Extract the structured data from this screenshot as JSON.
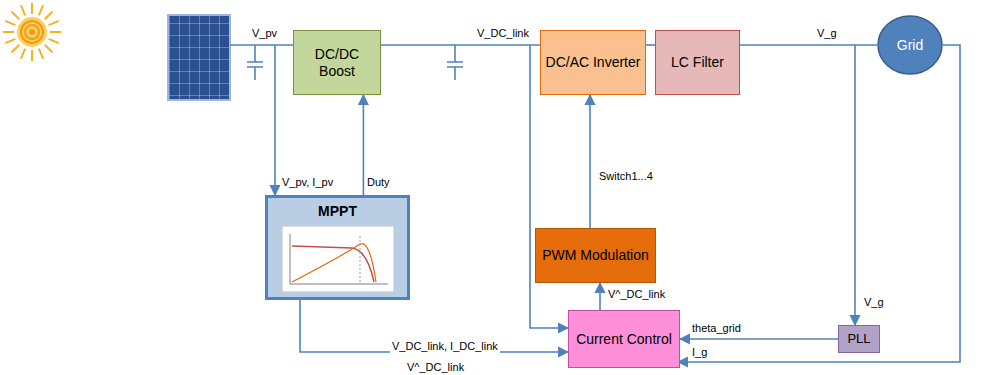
{
  "diagram": {
    "nodes": [
      {
        "text": [
          "DC/DC Boost"
        ]
      },
      {
        "text": [
          "DC/AC Inverter"
        ]
      },
      {
        "text": [
          "LC Filter"
        ]
      },
      {
        "text": [
          "Grid"
        ]
      },
      {
        "text": [
          "MPPT"
        ]
      },
      {
        "text": [
          "PWM Modulation"
        ]
      },
      {
        "text": [
          "Current Control"
        ]
      },
      {
        "text": [
          "PLL"
        ]
      }
    ],
    "edges": [
      {
        "from": 0,
        "to": 1,
        "arrow": "none"
      },
      {
        "from": 1,
        "to": 2,
        "arrow": "none"
      },
      {
        "from": 2,
        "to": 3,
        "arrow": "none"
      },
      {
        "from": 4,
        "to": 0,
        "arrow": "to"
      },
      {
        "from": 5,
        "to": 1,
        "arrow": "to"
      },
      {
        "from": 6,
        "to": 5,
        "arrow": "to"
      },
      {
        "from": 7,
        "to": 6,
        "arrow": "to"
      },
      {
        "from": 4,
        "to": 6,
        "arrow": "to"
      }
    ],
    "labels": [
      "V_pv",
      "V_DC_link",
      "V_g",
      "V_pv, I_pv",
      "Duty",
      "Switch1...4",
      "V^_DC_link",
      "theta_grid",
      "V_g",
      "V_DC_link, I_DC_link",
      "V^_DC_link",
      "I_g"
    ]
  }
}
